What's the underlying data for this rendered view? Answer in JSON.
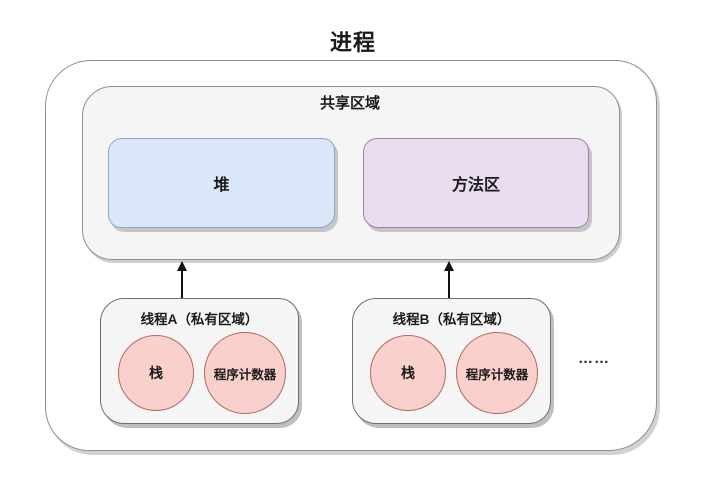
{
  "title": "进程",
  "shared_area": {
    "label": "共享区域",
    "heap_label": "堆",
    "method_area_label": "方法区"
  },
  "threads": [
    {
      "label": "线程A（私有区域）",
      "stack_label": "栈",
      "program_counter_label": "程序计数器"
    },
    {
      "label": "线程B（私有区域）",
      "stack_label": "栈",
      "program_counter_label": "程序计数器"
    }
  ],
  "more_threads_ellipsis": "……",
  "colors": {
    "heap_fill": "#d9e7f8",
    "heap_border": "#8fa7c5",
    "method_fill": "#e8dcee",
    "method_border": "#9c82ab",
    "circle_fill": "#f9d0cc",
    "circle_border": "#b06a5e",
    "container_fill": "#f5f5f5",
    "outline": "#8f8f8f",
    "arrow": "#111111",
    "text": "#1a1a1a"
  }
}
